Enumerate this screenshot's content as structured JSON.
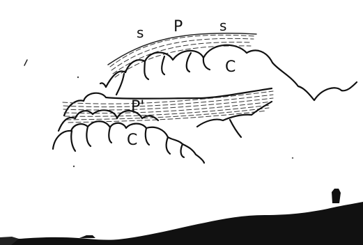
{
  "figure": {
    "labels": {
      "s_left": "s",
      "p_top": "P",
      "s_right": "s",
      "c_upper": "C",
      "p_prime": "P'",
      "c_lower": "C"
    }
  }
}
